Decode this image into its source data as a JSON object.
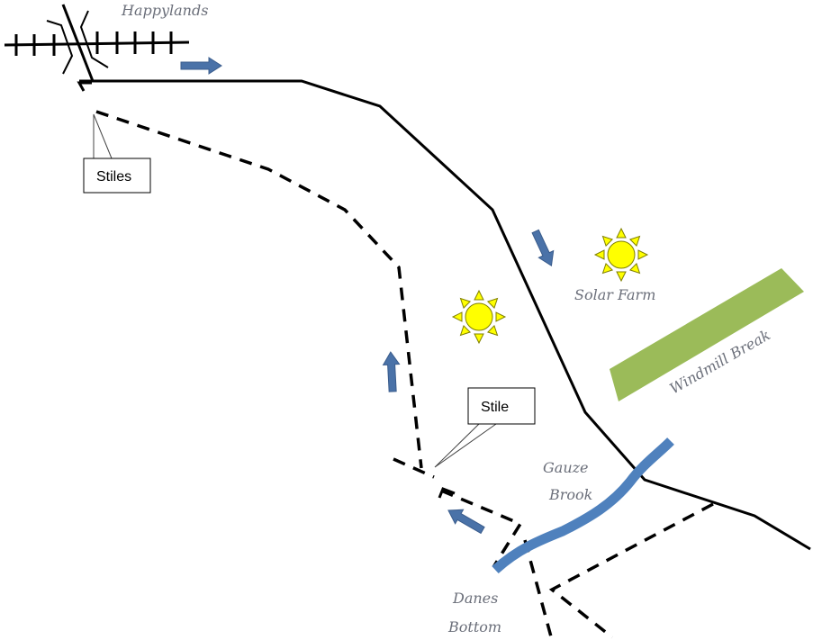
{
  "title": "Walking route map",
  "labels": {
    "happylands": "Happylands",
    "solar_farm": "Solar Farm",
    "windmill_break": "Windmill Break",
    "gauze_brook_line1": "Gauze",
    "gauze_brook_line2": "Brook",
    "danes_bottom_line1": "Danes",
    "danes_bottom_line2": "Bottom"
  },
  "callouts": {
    "stiles": "Stiles",
    "stile": "Stile"
  },
  "colors": {
    "road": "#000000",
    "footpath": "#000000",
    "arrow": "#4a72a8",
    "brook": "#4f81bd",
    "windmill_break": "#9bbb59",
    "sun_fill": "#ffff00",
    "sun_stroke": "#7f7f00",
    "label_text": "#6b6f7a"
  },
  "legend_features": [
    "railway",
    "road",
    "footpath",
    "direction-arrow",
    "brook",
    "solar-farm",
    "windmill-break",
    "stile"
  ]
}
